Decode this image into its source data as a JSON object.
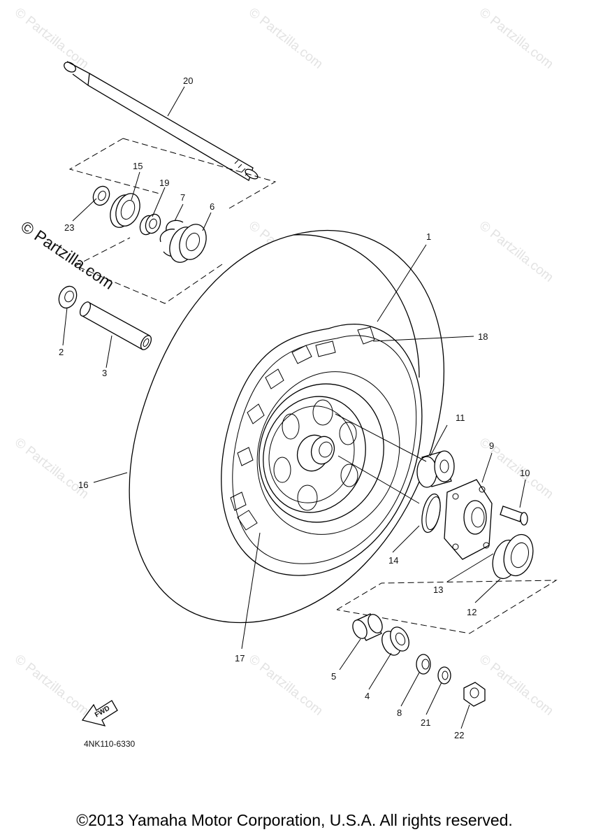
{
  "diagram": {
    "callouts": [
      "1",
      "2",
      "3",
      "4",
      "5",
      "6",
      "7",
      "8",
      "9",
      "10",
      "11",
      "12",
      "13",
      "14",
      "15",
      "16",
      "17",
      "18",
      "19",
      "20",
      "21",
      "22",
      "23"
    ],
    "fwd_label": "FWD",
    "diagram_code": "4NK110-6330"
  },
  "watermark": {
    "small": "© Partzilla.com",
    "large": "© Partzilla.com"
  },
  "footer": {
    "copyright": "©2013 Yamaha Motor Corporation, U.S.A. All rights reserved."
  }
}
